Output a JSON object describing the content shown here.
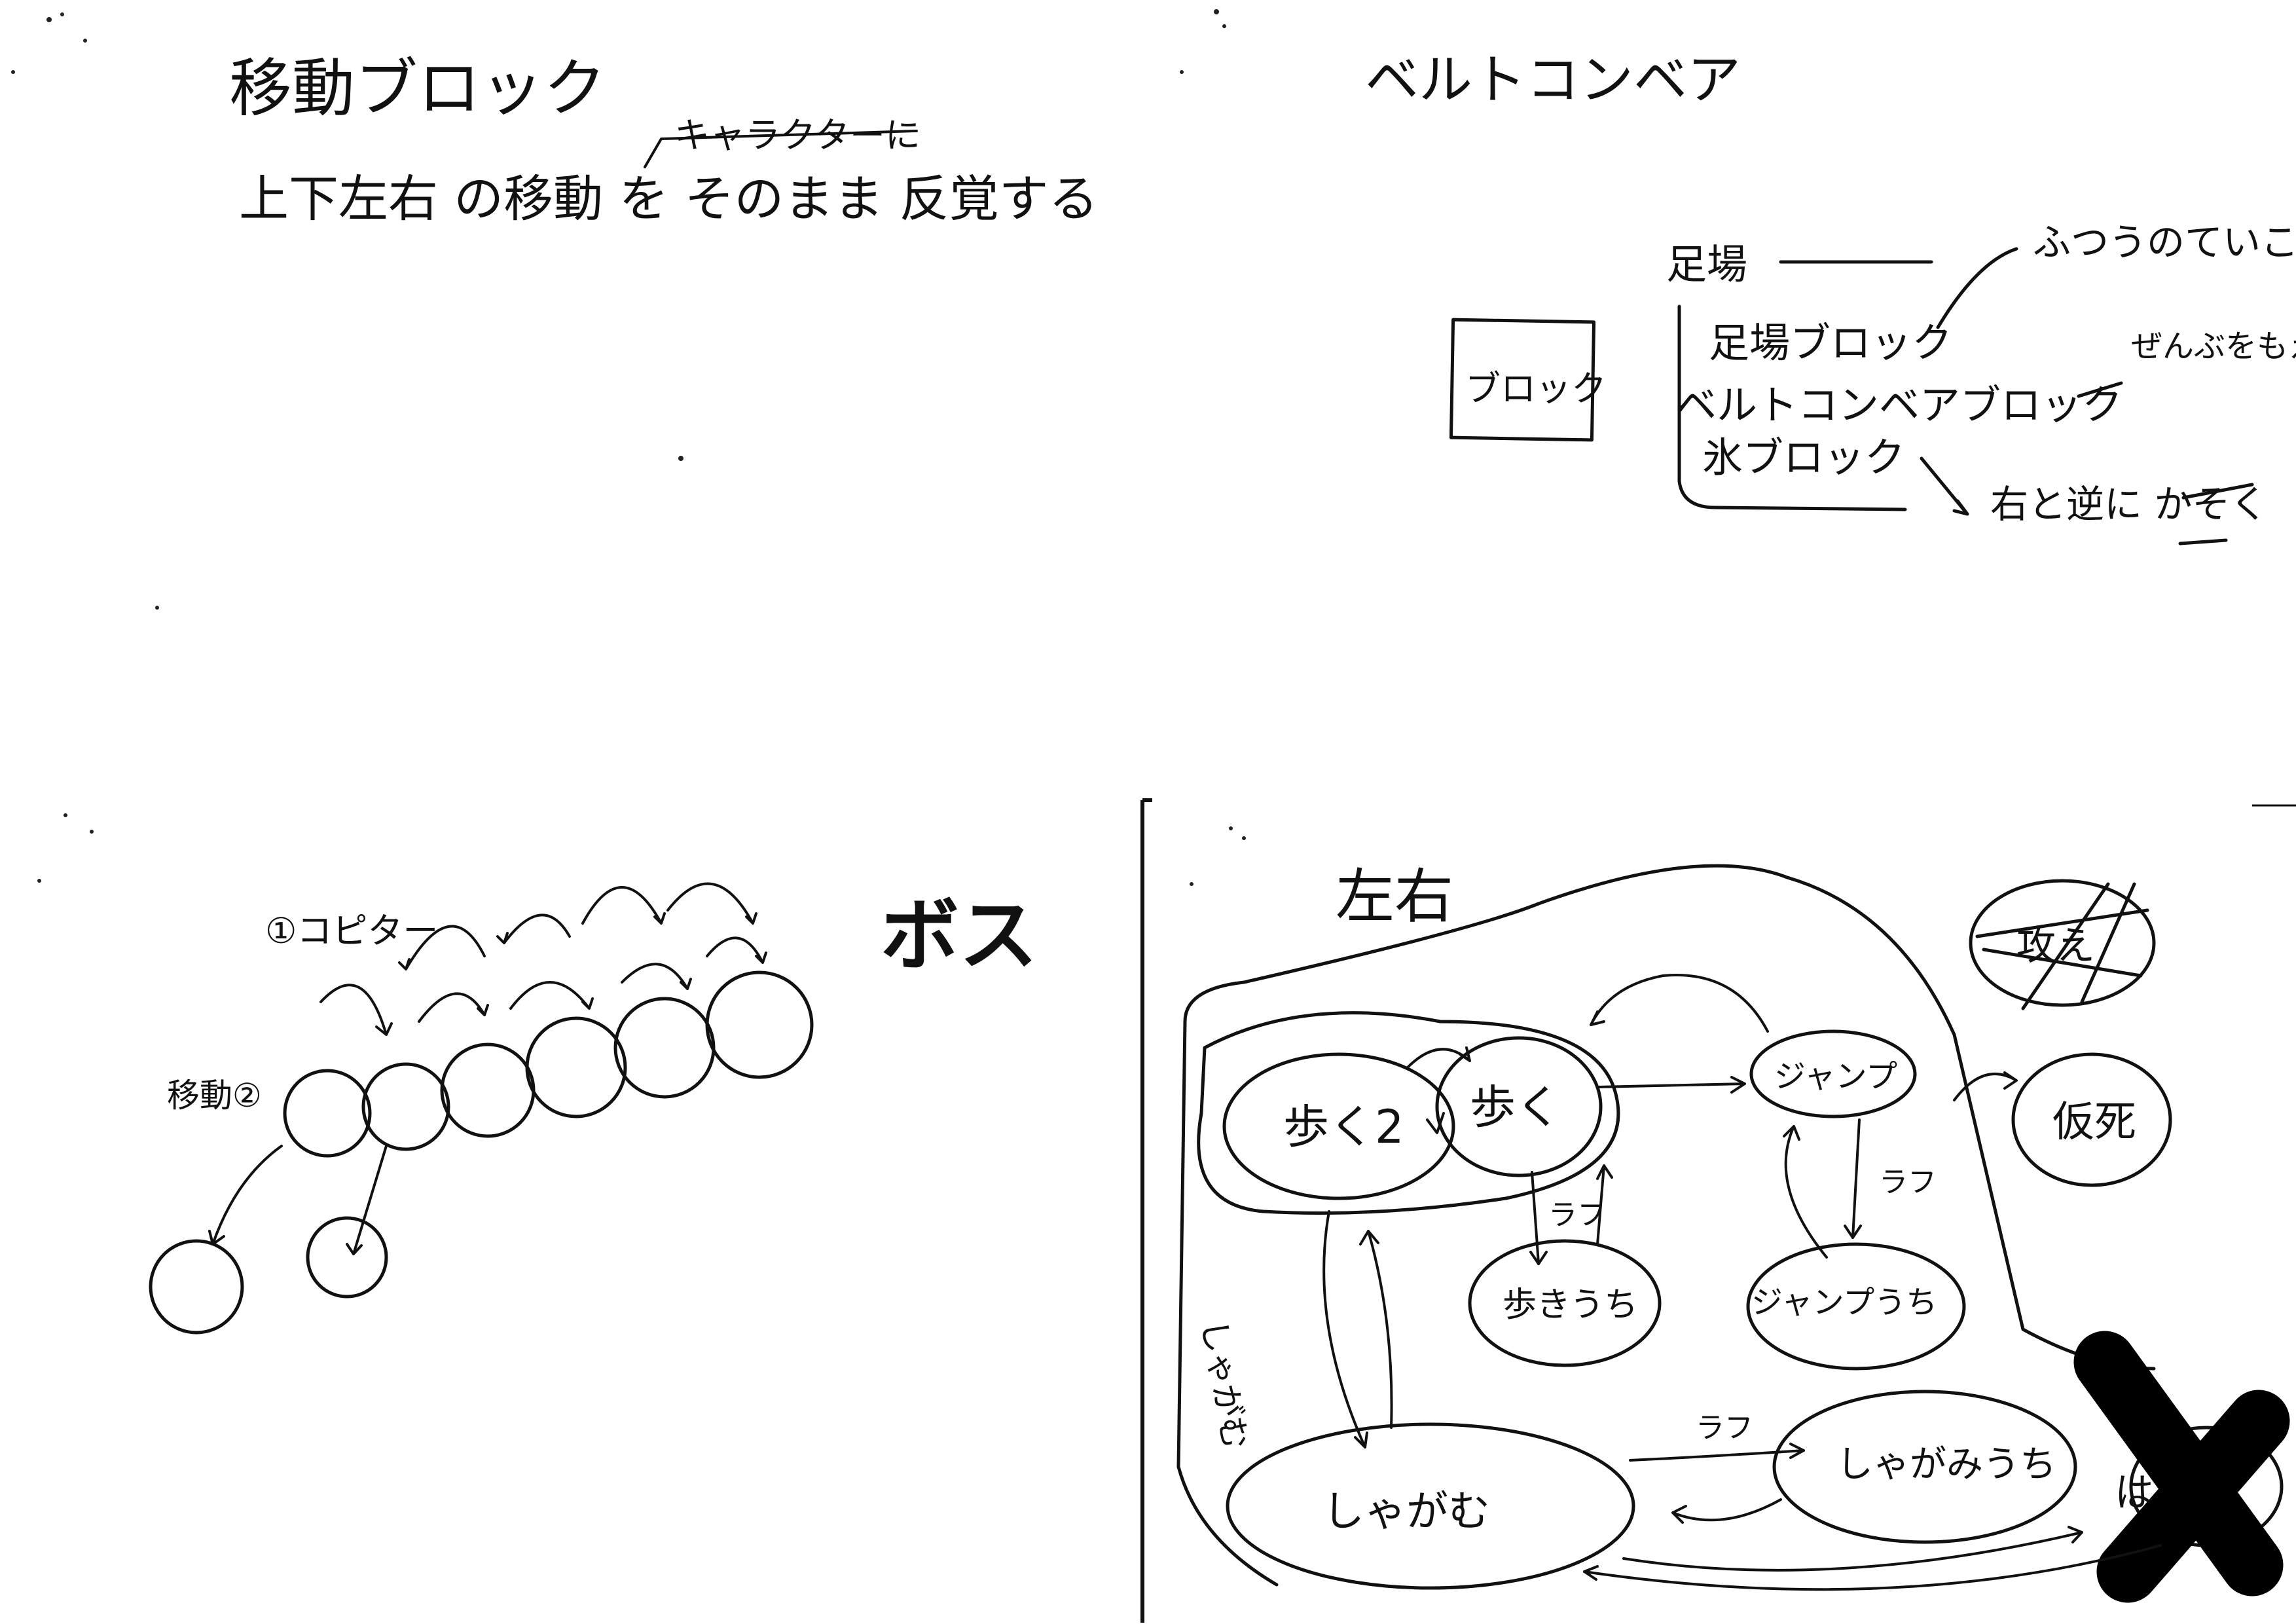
{
  "moving_block": {
    "title": "移動ブロック",
    "description": "上下左右 の移動 を そのまま 反覚する",
    "insert_note": "キャラクターに"
  },
  "belt_conveyor": {
    "title": "ベルトコンベア",
    "block_label": "ブロック",
    "footing_label": "足場",
    "items": [
      "足場ブロック",
      "ベルトコンベアブロック",
      "氷ブロック"
    ],
    "notes": [
      "ふつうのていこう",
      "ぜんぶをもえばそく",
      "右と逆に かそく"
    ]
  },
  "boss": {
    "title": "ボス",
    "copy_label": "①コピター",
    "move_label": "移動②"
  },
  "state_diagram": {
    "title": "左右",
    "states": {
      "walk2": "歩く2",
      "walk": "歩く",
      "jump": "ジャンプ",
      "walk_shoot": "歩きうち",
      "jump_shoot": "ジャンプうち",
      "crouch": "しゃがむ",
      "crouch_shoot": "しゃがみうち",
      "crossed_out": "攻え",
      "fake_death": "仮死",
      "hidden_state": "は"
    },
    "edge_labels": {
      "walk_to_walk_shoot": "ラフ",
      "jump_to_jump_shoot": "ラフ",
      "crouch_to_crouch_shoot": "ラフ",
      "walk_to_crouch": "しゃがむ"
    }
  }
}
